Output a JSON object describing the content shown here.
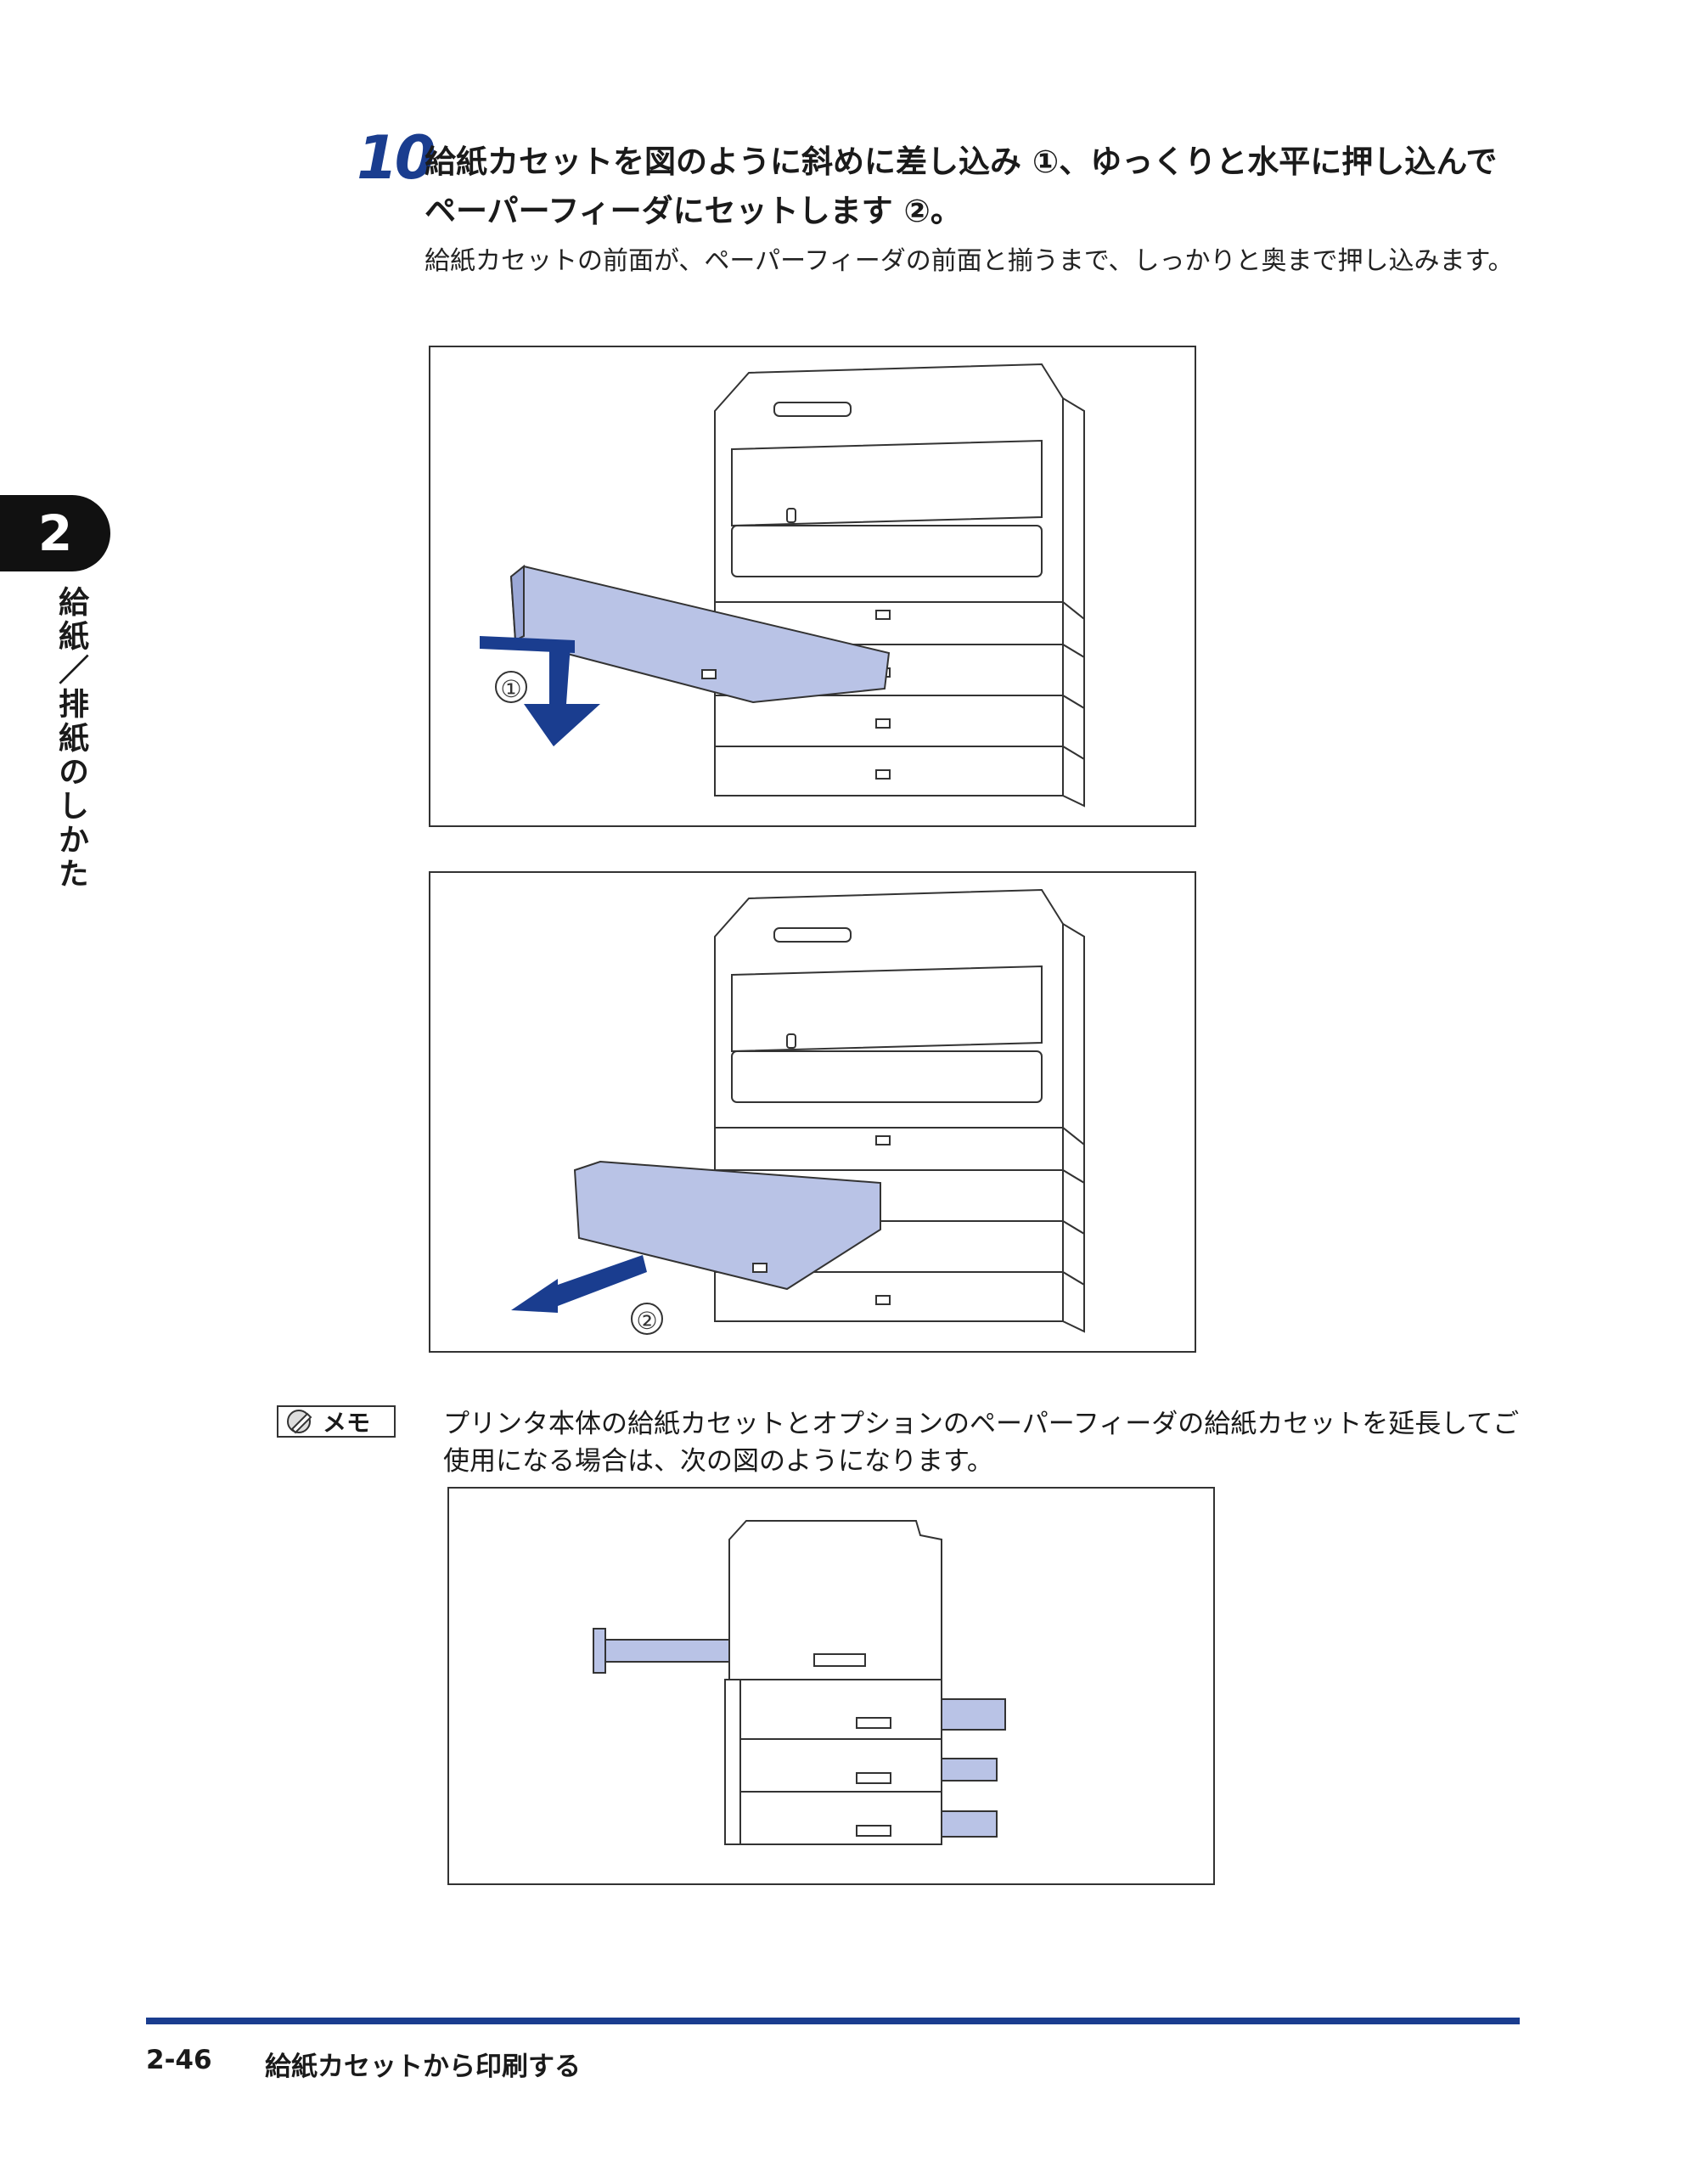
{
  "sidebar": {
    "chapter_number": "2",
    "chapter_title": "給紙／排紙のしかた"
  },
  "step": {
    "number": "10",
    "heading": "給紙カセットを図のように斜めに差し込み ①、ゆっくりと水平に押し込んでペーパーフィーダにセットします ②。",
    "body": "給紙カセットの前面が、ペーパーフィーダの前面と揃うまで、しっかりと奥まで押し込みます。"
  },
  "figures": {
    "fig1_label": "①",
    "fig2_label": "②"
  },
  "memo": {
    "badge_label": "メモ",
    "icon": "pencil-icon",
    "text": "プリンタ本体の給紙カセットとオプションのペーパーフィーダの給紙カセットを延長してご使用になる場合は、次の図のようになります。"
  },
  "footer": {
    "page_number": "2-46",
    "title": "給紙カセットから印刷する"
  },
  "colors": {
    "accent": "#1a3d8f",
    "cassette": "#b9c3e6"
  }
}
